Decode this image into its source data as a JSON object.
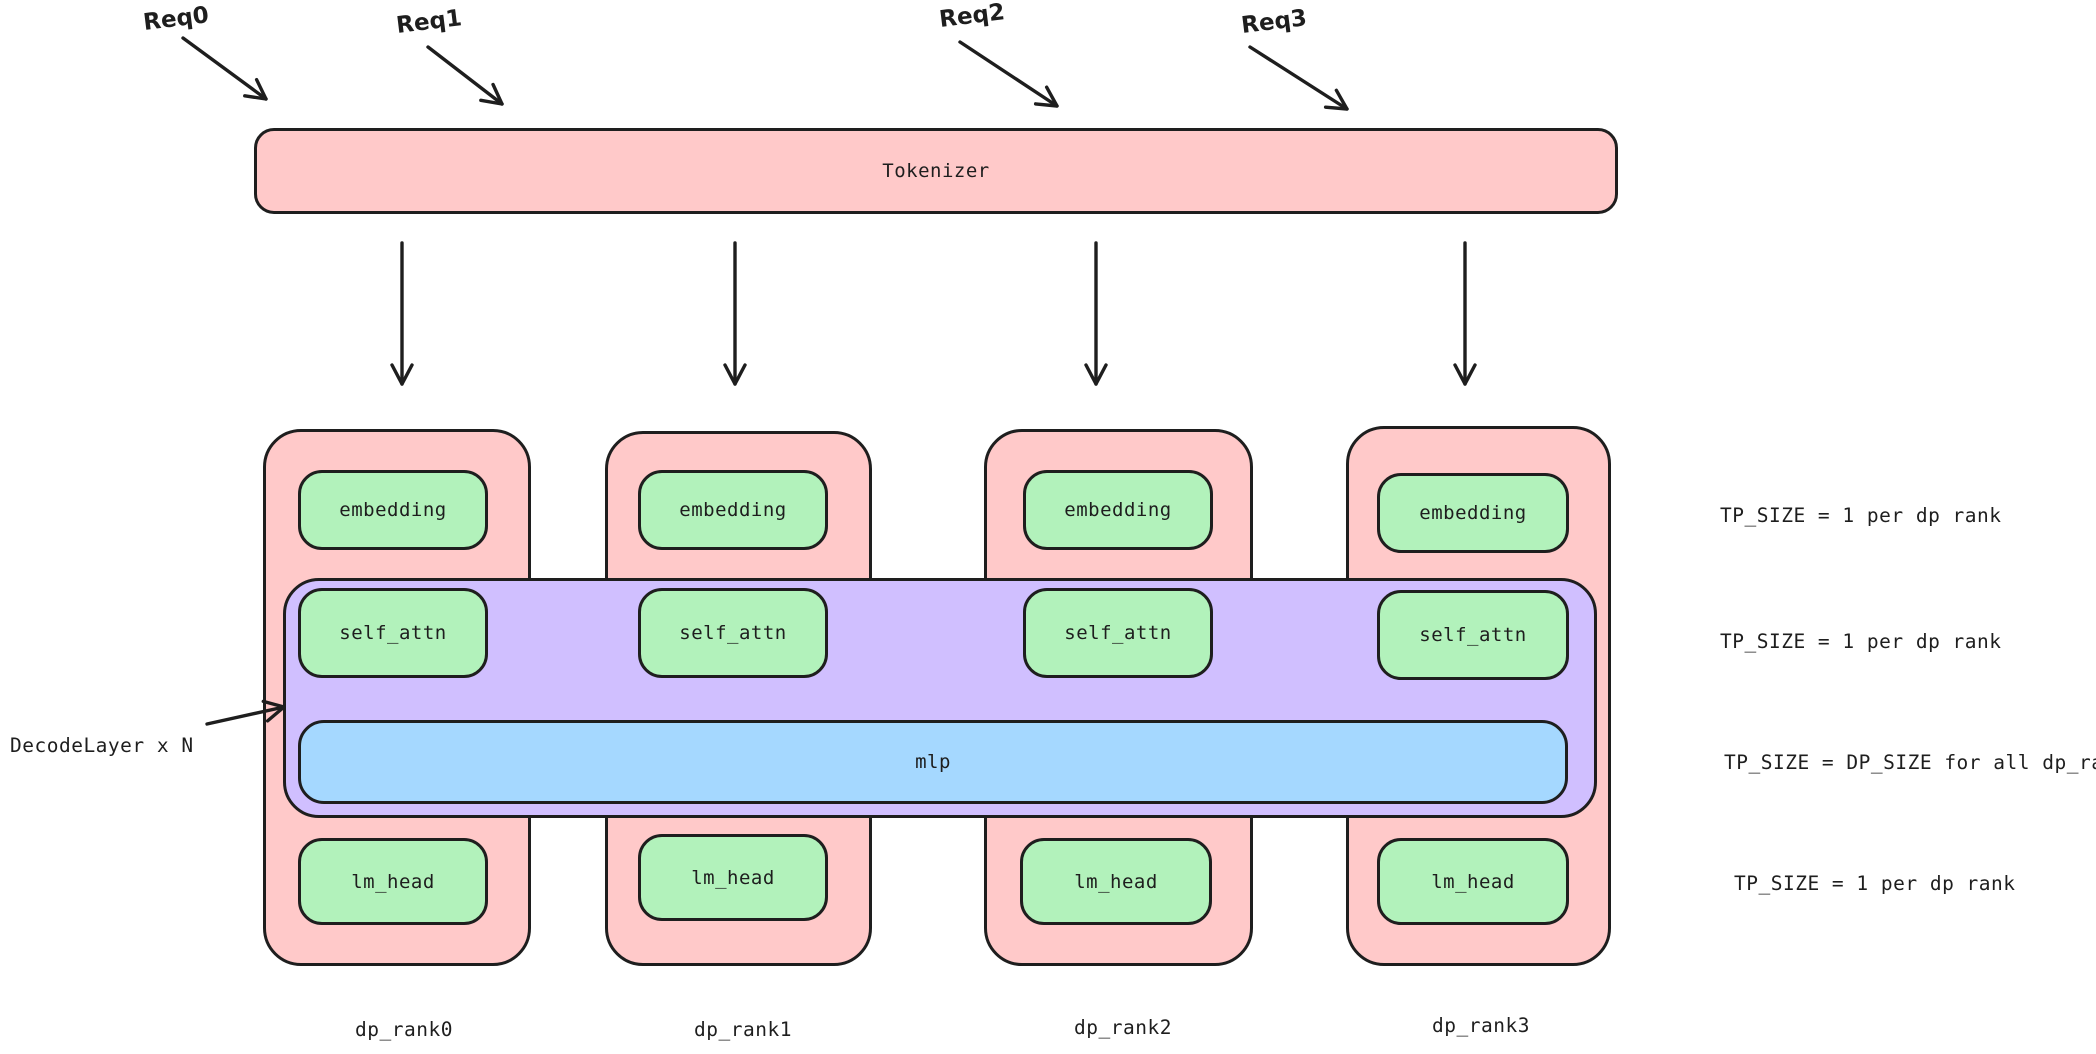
{
  "colors": {
    "pink": "#ffc9c9",
    "green": "#b2f2bb",
    "purple": "#d0bfff",
    "blue": "#a5d8ff",
    "stroke": "#1e1e1e"
  },
  "requests": [
    "Req0",
    "Req1",
    "Req2",
    "Req3"
  ],
  "tokenizer": {
    "label": "Tokenizer"
  },
  "decode_layer": {
    "label": "DecodeLayer x N"
  },
  "mlp": {
    "label": "mlp"
  },
  "columns": [
    {
      "rank_label": "dp_rank0",
      "blocks": {
        "embedding": "embedding",
        "self_attn": "self_attn",
        "lm_head": "lm_head"
      }
    },
    {
      "rank_label": "dp_rank1",
      "blocks": {
        "embedding": "embedding",
        "self_attn": "self_attn",
        "lm_head": "lm_head"
      }
    },
    {
      "rank_label": "dp_rank2",
      "blocks": {
        "embedding": "embedding",
        "self_attn": "self_attn",
        "lm_head": "lm_head"
      }
    },
    {
      "rank_label": "dp_rank3",
      "blocks": {
        "embedding": "embedding",
        "self_attn": "self_attn",
        "lm_head": "lm_head"
      }
    }
  ],
  "tp_annotations": [
    "TP_SIZE = 1 per dp rank",
    "TP_SIZE = 1 per dp rank",
    "TP_SIZE = DP_SIZE for all dp_rank",
    "TP_SIZE = 1 per dp rank"
  ]
}
